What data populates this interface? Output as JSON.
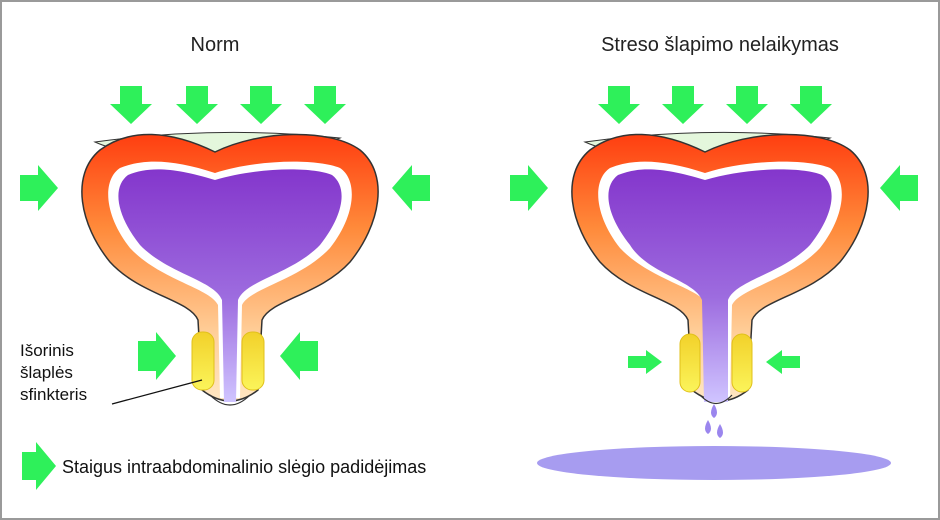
{
  "panels": [
    {
      "title": "Norm"
    },
    {
      "title": "Streso šlapimo nelaikymas"
    }
  ],
  "sphincter_label": [
    "Išorinis",
    "šlaplės",
    "sfinkteris"
  ],
  "legend": {
    "arrow_icon": "green-arrow-icon",
    "text": "Staigus intraabdominalinio slėgio padidėjimas"
  },
  "colors": {
    "arrow": "#33ee55",
    "wall_top": "#ff4a1a",
    "wall_bottom": "#ffe3b8",
    "lumen_top": "#8a3fd0",
    "lumen_bottom": "#c7b8ff",
    "sphincter": "#f5e93a",
    "puddle": "#a79cf0"
  }
}
